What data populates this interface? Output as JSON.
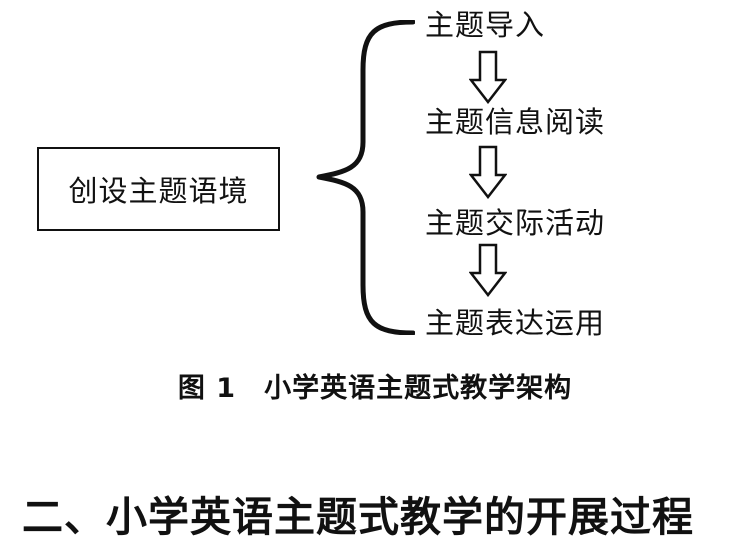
{
  "diagram": {
    "source_node": "创设主题语境",
    "steps": [
      {
        "label": "主题导入"
      },
      {
        "label": "主题信息阅读"
      },
      {
        "label": "主题交际活动"
      },
      {
        "label": "主题表达运用"
      }
    ]
  },
  "caption": "图 1　小学英语主题式教学架构",
  "section_heading": "二、小学英语主题式教学的开展过程",
  "colors": {
    "ink": "#111111",
    "background": "#ffffff"
  }
}
